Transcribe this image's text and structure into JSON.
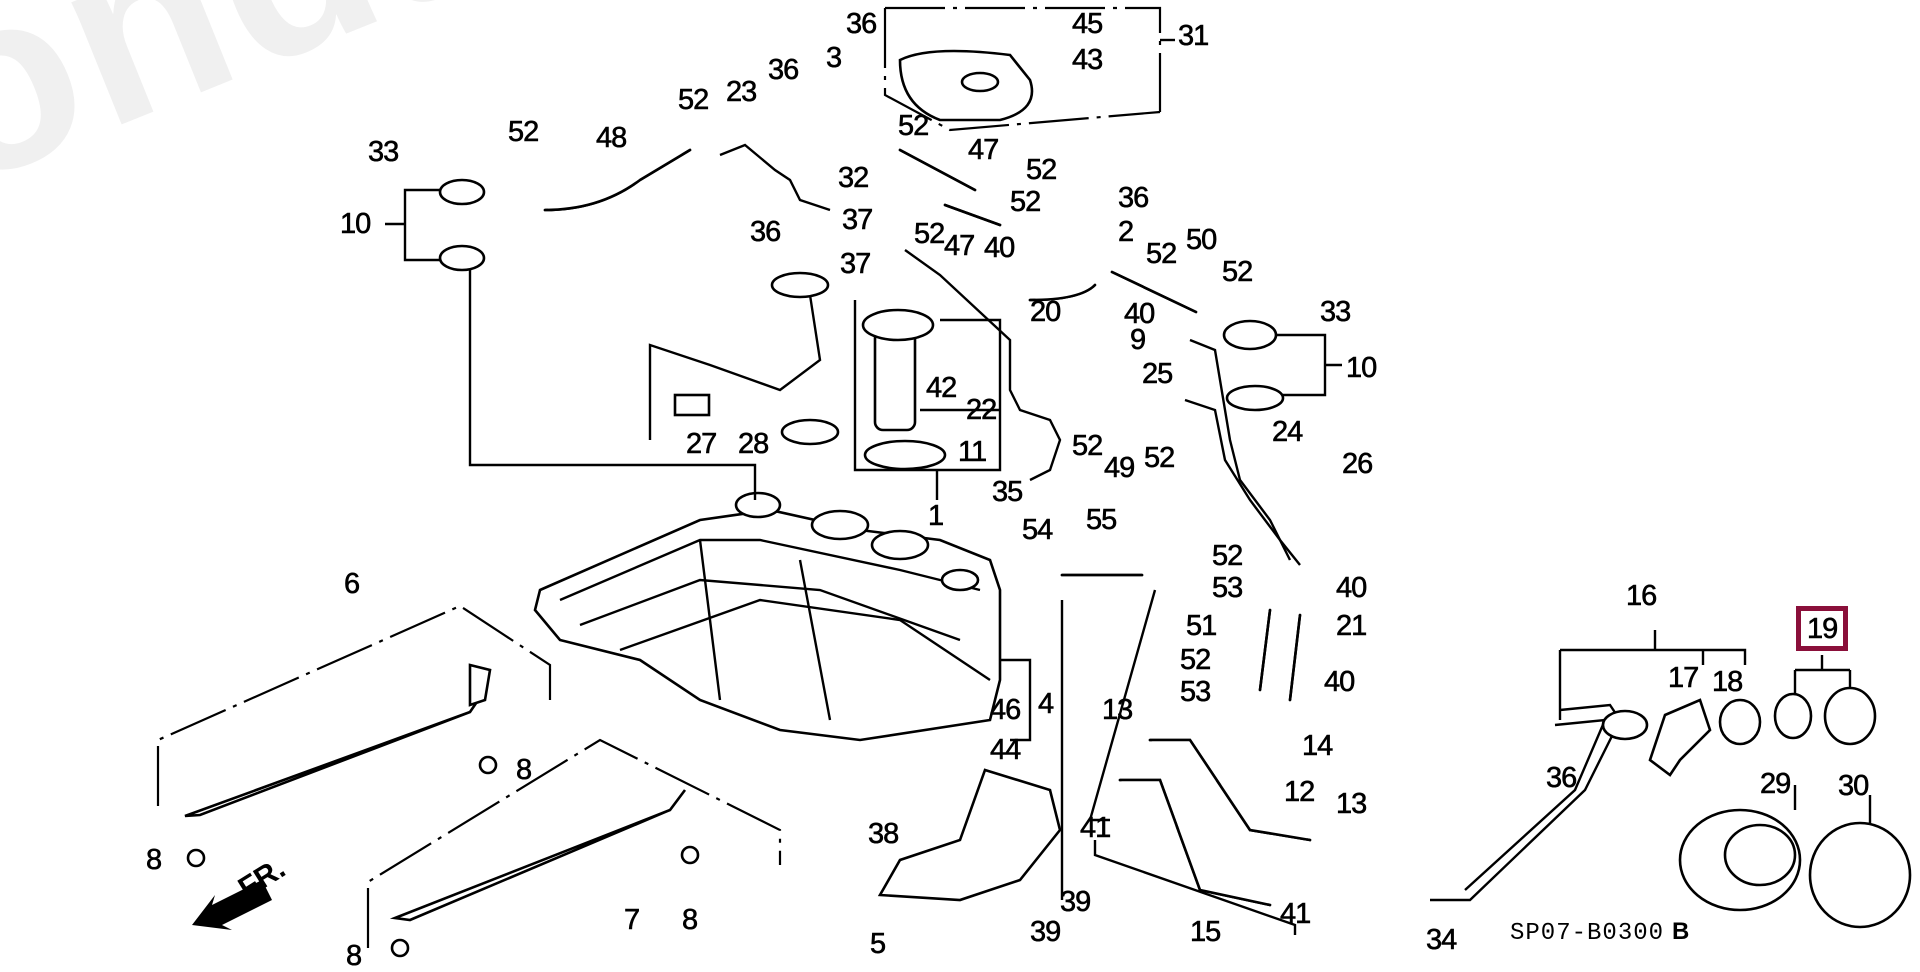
{
  "watermark": {
    "text": "HondaOnline.ru",
    "color": "#f0f0f0"
  },
  "diagram": {
    "title_code": "SP07-B0300",
    "revision": "B",
    "direction_label": "FR.",
    "highlight_color": "#8a0f3a",
    "highlighted_part": "19"
  },
  "callouts": [
    {
      "id": "c36a",
      "label": "36"
    },
    {
      "id": "c45",
      "label": "45"
    },
    {
      "id": "c31",
      "label": "31"
    },
    {
      "id": "c3",
      "label": "3"
    },
    {
      "id": "c36b",
      "label": "36"
    },
    {
      "id": "c43",
      "label": "43"
    },
    {
      "id": "c52a",
      "label": "52"
    },
    {
      "id": "c23",
      "label": "23"
    },
    {
      "id": "c52b",
      "label": "52"
    },
    {
      "id": "c48",
      "label": "48"
    },
    {
      "id": "c52c",
      "label": "52"
    },
    {
      "id": "c33a",
      "label": "33"
    },
    {
      "id": "c47a",
      "label": "47"
    },
    {
      "id": "c32",
      "label": "32"
    },
    {
      "id": "c52d",
      "label": "52"
    },
    {
      "id": "c52e",
      "label": "52"
    },
    {
      "id": "c36c",
      "label": "36"
    },
    {
      "id": "c10a",
      "label": "10"
    },
    {
      "id": "c37a",
      "label": "37"
    },
    {
      "id": "c36d",
      "label": "36"
    },
    {
      "id": "c52f",
      "label": "52"
    },
    {
      "id": "c47b",
      "label": "47"
    },
    {
      "id": "c40a",
      "label": "40"
    },
    {
      "id": "c2",
      "label": "2"
    },
    {
      "id": "c52g",
      "label": "52"
    },
    {
      "id": "c50",
      "label": "50"
    },
    {
      "id": "c37b",
      "label": "37"
    },
    {
      "id": "c52h",
      "label": "52"
    },
    {
      "id": "c20",
      "label": "20"
    },
    {
      "id": "c40b",
      "label": "40"
    },
    {
      "id": "c33b",
      "label": "33"
    },
    {
      "id": "c9",
      "label": "9"
    },
    {
      "id": "c25",
      "label": "25"
    },
    {
      "id": "c10b",
      "label": "10"
    },
    {
      "id": "c42",
      "label": "42"
    },
    {
      "id": "c22",
      "label": "22"
    },
    {
      "id": "c27",
      "label": "27"
    },
    {
      "id": "c28",
      "label": "28"
    },
    {
      "id": "c11",
      "label": "11"
    },
    {
      "id": "c52i",
      "label": "52"
    },
    {
      "id": "c49",
      "label": "49"
    },
    {
      "id": "c52j",
      "label": "52"
    },
    {
      "id": "c24",
      "label": "24"
    },
    {
      "id": "c26",
      "label": "26"
    },
    {
      "id": "c35",
      "label": "35"
    },
    {
      "id": "c1",
      "label": "1"
    },
    {
      "id": "c54",
      "label": "54"
    },
    {
      "id": "c55",
      "label": "55"
    },
    {
      "id": "c52k",
      "label": "52"
    },
    {
      "id": "c53a",
      "label": "53"
    },
    {
      "id": "c40c",
      "label": "40"
    },
    {
      "id": "c51",
      "label": "51"
    },
    {
      "id": "c21",
      "label": "21"
    },
    {
      "id": "c52l",
      "label": "52"
    },
    {
      "id": "c53b",
      "label": "53"
    },
    {
      "id": "c40d",
      "label": "40"
    },
    {
      "id": "c6",
      "label": "6"
    },
    {
      "id": "c16",
      "label": "16"
    },
    {
      "id": "c19",
      "label": "19"
    },
    {
      "id": "c17",
      "label": "17"
    },
    {
      "id": "c18",
      "label": "18"
    },
    {
      "id": "c46",
      "label": "46"
    },
    {
      "id": "c4",
      "label": "4"
    },
    {
      "id": "c44",
      "label": "44"
    },
    {
      "id": "c13a",
      "label": "13"
    },
    {
      "id": "c14",
      "label": "14"
    },
    {
      "id": "c8a",
      "label": "8"
    },
    {
      "id": "c36e",
      "label": "36"
    },
    {
      "id": "c29",
      "label": "29"
    },
    {
      "id": "c30",
      "label": "30"
    },
    {
      "id": "c12",
      "label": "12"
    },
    {
      "id": "c38",
      "label": "38"
    },
    {
      "id": "c41a",
      "label": "41"
    },
    {
      "id": "c13b",
      "label": "13"
    },
    {
      "id": "c8b",
      "label": "8"
    },
    {
      "id": "c7",
      "label": "7"
    },
    {
      "id": "c39a",
      "label": "39"
    },
    {
      "id": "c8c",
      "label": "8"
    },
    {
      "id": "c41b",
      "label": "41"
    },
    {
      "id": "c15",
      "label": "15"
    },
    {
      "id": "c39b",
      "label": "39"
    },
    {
      "id": "c5",
      "label": "5"
    },
    {
      "id": "c34",
      "label": "34"
    },
    {
      "id": "c8d",
      "label": "8"
    }
  ]
}
